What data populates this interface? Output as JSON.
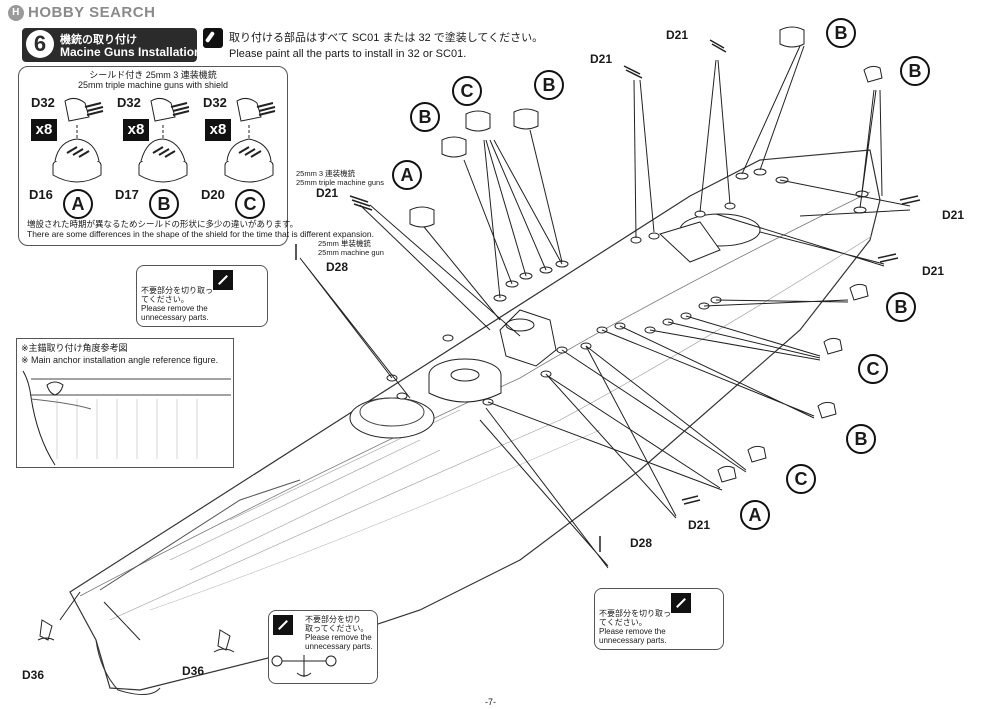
{
  "watermark": {
    "logo": "H",
    "text": "HOBBY SEARCH"
  },
  "step": {
    "number": "6",
    "title_jp": "機銃の取り付け",
    "title_en": "Macine Guns Installation"
  },
  "paint_note": {
    "jp": "取り付ける部品はすべて SC01 または 32 で塗装してください。",
    "en": "Please paint all the parts to install in 32 or SC01."
  },
  "shield_panel": {
    "title_jp": "シールド付き 25mm 3 連装機銃",
    "title_en": "25mm triple machine guns with shield",
    "columns": [
      {
        "top_part": "D32",
        "multiplier": "x8",
        "bottom_part": "D16",
        "letter": "A"
      },
      {
        "top_part": "D32",
        "multiplier": "x8",
        "bottom_part": "D17",
        "letter": "B"
      },
      {
        "top_part": "D32",
        "multiplier": "x8",
        "bottom_part": "D20",
        "letter": "C"
      }
    ],
    "note_jp": "増設された時期が異なるためシールドの形状に多少の違いがあります。",
    "note_en": "There are some differences in the shape of the shield for the time that is different expansion."
  },
  "triple_gun_note": {
    "jp": "25mm 3 連装機銃",
    "en": "25mm triple machine guns",
    "part": "D21"
  },
  "single_gun_note": {
    "jp": "25mm 単装機銃",
    "en": "25mm machine gun",
    "part": "D28"
  },
  "remove_note": {
    "jp1": "不要部分を切り取っ",
    "jp2": "てください。",
    "en1": "Please remove the",
    "en2": "unnecessary parts."
  },
  "remove_note_bottom": {
    "jp1": "不要部分を切り",
    "jp2": "取ってください。",
    "en1": "Please remove the",
    "en2": "unnecessary parts."
  },
  "anchor_panel": {
    "title_jp": "※主錨取り付け角度参考図",
    "title_en": "※ Main anchor installation angle reference  figure."
  },
  "labels": {
    "d21": "D21",
    "d28": "D28",
    "d36": "D36",
    "a": "A",
    "b": "B",
    "c": "C"
  },
  "page_number": "-7-"
}
